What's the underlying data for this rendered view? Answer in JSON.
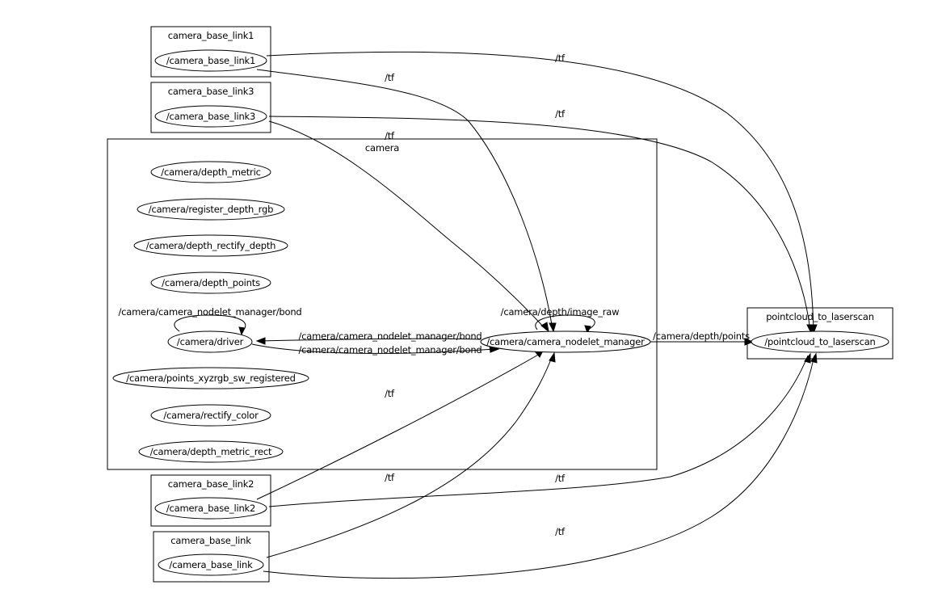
{
  "clusters": {
    "camera_base_link1": {
      "label": "camera_base_link1"
    },
    "camera_base_link3": {
      "label": "camera_base_link3"
    },
    "camera": {
      "label": "camera"
    },
    "camera_base_link2": {
      "label": "camera_base_link2"
    },
    "camera_base_link": {
      "label": "camera_base_link"
    },
    "pointcloud_to_laserscan": {
      "label": "pointcloud_to_laserscan"
    }
  },
  "nodes": {
    "camera_base_link1": "/camera_base_link1",
    "camera_base_link3": "/camera_base_link3",
    "depth_metric": "/camera/depth_metric",
    "register_depth_rgb": "/camera/register_depth_rgb",
    "depth_rectify_depth": "/camera/depth_rectify_depth",
    "depth_points": "/camera/depth_points",
    "driver": "/camera/driver",
    "nodelet_manager": "/camera/camera_nodelet_manager",
    "points_xyzrgb": "/camera/points_xyzrgb_sw_registered",
    "rectify_color": "/camera/rectify_color",
    "depth_metric_rect": "/camera/depth_metric_rect",
    "camera_base_link2": "/camera_base_link2",
    "camera_base_link": "/camera_base_link",
    "pointcloud_to_laserscan": "/pointcloud_to_laserscan"
  },
  "edges": {
    "tf": "/tf",
    "bond_self": "/camera/camera_nodelet_manager/bond",
    "bond_to_driver": "/camera/camera_nodelet_manager/bond",
    "bond_to_manager": "/camera/camera_nodelet_manager/bond",
    "image_raw": "/camera/depth/image_raw",
    "depth_points": "/camera/depth/points"
  }
}
